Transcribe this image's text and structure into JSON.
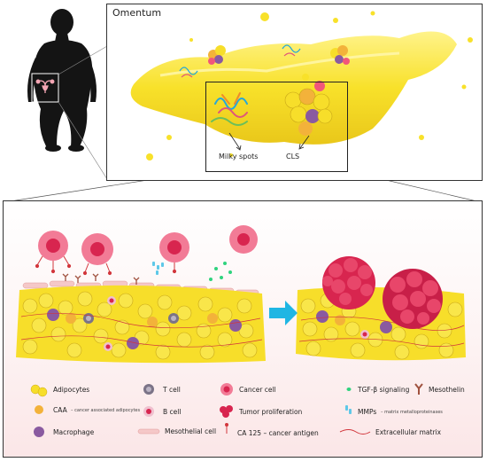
{
  "title": "Omentum",
  "callouts": {
    "milky_spots": "Milky spots",
    "cls": "CLS"
  },
  "legend": {
    "adipocytes": "Adipocytes",
    "caa": "CAA",
    "caa_note": "– cancer associated adipocytes",
    "macrophage": "Macrophage",
    "t_cell": "T cell",
    "b_cell": "B cell",
    "mesothelial_cell": "Mesothelial cell",
    "cancer_cell": "Cancer cell",
    "tumor_proliferation": "Tumor proliferation",
    "ca125": "CA 125 – cancer antigen",
    "tgf": "TGF-β signaling",
    "mesothelin": "Mesothelin",
    "mmps": "MMPs",
    "mmps_note": "– matrix metalloproteinases",
    "ecm": "Extracellular matrix"
  },
  "colors": {
    "adipocyte": "#f7de2a",
    "caa": "#f3b23a",
    "macrophage": "#8a5aa0",
    "t_cell": "#7b7387",
    "cancer_cell": "#f2567a",
    "tumor": "#d8254f",
    "mesothelial": "#f5c8c8",
    "tgf": "#2fd37e",
    "mmp": "#5ec8e8",
    "mesothelin": "#a0523f",
    "ecm": "#d2363c",
    "arrow": "#1fb6e3",
    "omentum": "#f8e12a"
  }
}
